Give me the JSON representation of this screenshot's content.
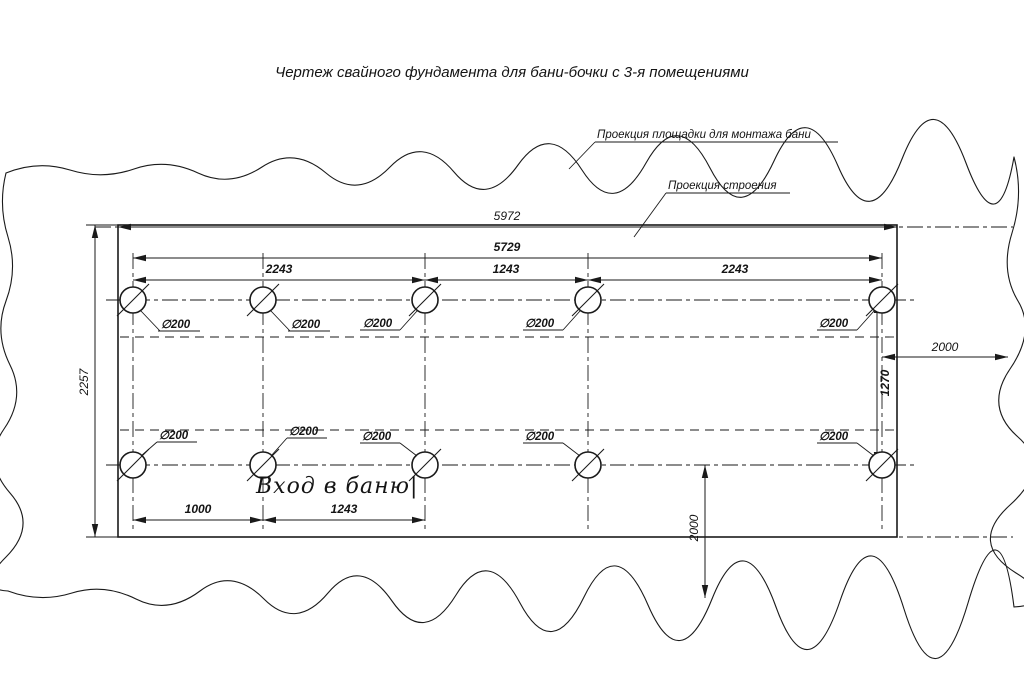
{
  "title": "Чертеж свайного фундамента для бани-бочки с 3-я помещениями",
  "callouts": {
    "platform_label": "Проекция площадки для монтажа бани",
    "building_label": "Проекция строения",
    "entrance_label": "Вход в баню|"
  },
  "piles": {
    "diameter_label": "∅200",
    "count": 10
  },
  "dimensions": {
    "overall_width_mm": "5972",
    "pile_span_mm": "5729",
    "span_left_mm": "2243",
    "span_center_mm": "1243",
    "span_right_mm": "2243",
    "overall_depth_mm": "2257",
    "offset_right_mm": "2000",
    "row_spacing_mm": "1270",
    "offset_bottom_mm": "2000",
    "bottom_first_mm": "1000",
    "bottom_second_mm": "1243"
  },
  "colors": {
    "line": "#1a1a1a",
    "background": "#ffffff"
  }
}
